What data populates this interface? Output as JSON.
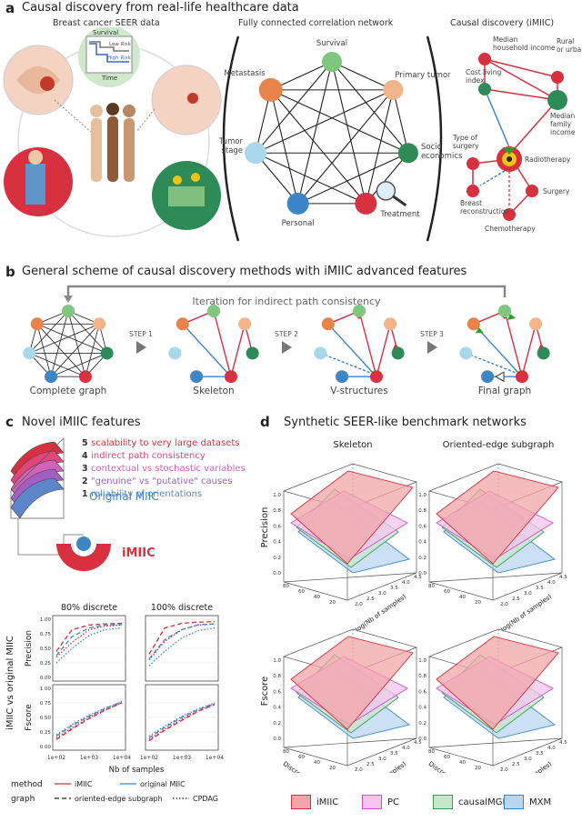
{
  "panel_a": {
    "letter": "a",
    "title": "Causal discovery from real-life healthcare data",
    "sub1": "Breast cancer SEER data",
    "sub2": "Fully connected correlation network",
    "sub3": "Causal discovery (iMIIC)",
    "km_low": "Low Risk",
    "km_high": "High Risk",
    "km_y": "Survival",
    "km_x": "Time",
    "net_nodes": [
      "Survival",
      "Primary tumor",
      "Socio economics",
      "Treatment",
      "Personal",
      "Tumor stage",
      "Metastasis"
    ],
    "causal_nodes": [
      "Median household income",
      "Rural or urban",
      "Cost living index",
      "Median family income",
      "Type of surgery",
      "Radiotherapy",
      "Breast reconstruction",
      "Surgery",
      "Chemotherapy"
    ]
  },
  "panel_b": {
    "letter": "b",
    "title": "General scheme of causal discovery methods with iMIIC advanced features",
    "iteration": "Iteration for indirect path consistency",
    "graphs": [
      "Complete graph",
      "Skeleton",
      "V-structures",
      "Final graph"
    ],
    "steps": [
      "STEP 1",
      "STEP 2",
      "STEP 3"
    ]
  },
  "panel_c": {
    "letter": "c",
    "title": "Novel iMIIC features",
    "features": [
      {
        "num": "5",
        "text": "scalability to very large datasets",
        "color": "#d7303f"
      },
      {
        "num": "4",
        "text": "indirect path consistency",
        "color": "#e0457b"
      },
      {
        "num": "3",
        "text": "contextual vs stochastic variables",
        "color": "#d062b8"
      },
      {
        "num": "2",
        "text": "\"genuine\" vs \"putative\" causes",
        "color": "#a15fc4"
      },
      {
        "num": "1",
        "text": "reliability of orientations",
        "color": "#5d85c9"
      }
    ],
    "original": "Original MIIC",
    "imiic": "iMIIC",
    "facet1": "80% discrete",
    "facet2": "100% discrete",
    "ylabel_outer": "iMIIC vs original MIIC",
    "row1": "Precision",
    "row2": "Fscore",
    "xlabel": "Nb of samples",
    "xticks": [
      "1e+02",
      "1e+03",
      "1e+04"
    ],
    "yticks": [
      "0.00",
      "0.25",
      "0.50",
      "0.75",
      "1.00"
    ],
    "legend_method": "method",
    "legend_graph": "graph",
    "m1": "iMIIC",
    "m2": "original MIIC",
    "g1": "oriented-edge subgraph",
    "g2": "CPDAG"
  },
  "panel_d": {
    "letter": "d",
    "title": "Synthetic SEER-like benchmark networks",
    "col1": "Skeleton",
    "col2": "Oriented-edge subgraph",
    "row1": "Precision",
    "row2": "Fscore",
    "zticks": [
      "0.0",
      "0.2",
      "0.4",
      "0.6",
      "0.8",
      "1.0"
    ],
    "disc_ticks": [
      "80",
      "60",
      "40",
      "20"
    ],
    "log_ticks": [
      "2.0",
      "2.5",
      "3.0",
      "3.5",
      "4.0",
      "4.5"
    ],
    "xaxis": "Discrete nodes (%)",
    "yaxis": "log(Nb of samples)",
    "legend": [
      {
        "name": "iMIIC",
        "fill": "#f2a5a8",
        "stroke": "#d7303f"
      },
      {
        "name": "PC",
        "fill": "#f4c4ee",
        "stroke": "#d04fc8"
      },
      {
        "name": "causalMGM",
        "fill": "#c7e7cd",
        "stroke": "#3f9a55"
      },
      {
        "name": "MXM",
        "fill": "#b9d6f0",
        "stroke": "#3c86c8"
      }
    ]
  },
  "chart_data": [
    {
      "type": "line",
      "facet": "80% discrete / Precision",
      "x": [
        100,
        300,
        1000,
        3000,
        10000
      ],
      "series": [
        {
          "name": "iMIIC oriented-edge subgraph",
          "values": [
            0.45,
            0.82,
            0.9,
            0.92,
            0.93
          ]
        },
        {
          "name": "iMIIC CPDAG",
          "values": [
            0.35,
            0.6,
            0.82,
            0.88,
            0.9
          ]
        },
        {
          "name": "original MIIC oriented-edge subgraph",
          "values": [
            0.38,
            0.7,
            0.85,
            0.9,
            0.91
          ]
        },
        {
          "name": "original MIIC CPDAG",
          "values": [
            0.25,
            0.5,
            0.72,
            0.82,
            0.85
          ]
        }
      ],
      "ylim": [
        0,
        1
      ]
    },
    {
      "type": "line",
      "facet": "100% discrete / Precision",
      "x": [
        100,
        300,
        1000,
        3000,
        10000
      ],
      "series": [
        {
          "name": "iMIIC oriented-edge subgraph",
          "values": [
            0.4,
            0.85,
            0.93,
            0.95,
            0.96
          ]
        },
        {
          "name": "iMIIC CPDAG",
          "values": [
            0.3,
            0.62,
            0.82,
            0.9,
            0.92
          ]
        },
        {
          "name": "original MIIC oriented-edge subgraph",
          "values": [
            0.32,
            0.65,
            0.82,
            0.9,
            0.92
          ]
        },
        {
          "name": "original MIIC CPDAG",
          "values": [
            0.2,
            0.45,
            0.68,
            0.8,
            0.85
          ]
        }
      ],
      "ylim": [
        0,
        1
      ]
    },
    {
      "type": "line",
      "facet": "80% discrete / Fscore",
      "x": [
        100,
        300,
        1000,
        3000,
        10000
      ],
      "series": [
        {
          "name": "iMIIC oriented-edge subgraph",
          "values": [
            0.12,
            0.3,
            0.48,
            0.62,
            0.75
          ]
        },
        {
          "name": "iMIIC CPDAG",
          "values": [
            0.15,
            0.32,
            0.5,
            0.63,
            0.75
          ]
        },
        {
          "name": "original MIIC oriented-edge subgraph",
          "values": [
            0.18,
            0.36,
            0.52,
            0.65,
            0.77
          ]
        },
        {
          "name": "original MIIC CPDAG",
          "values": [
            0.2,
            0.38,
            0.54,
            0.66,
            0.77
          ]
        }
      ],
      "ylim": [
        0,
        1
      ]
    },
    {
      "type": "line",
      "facet": "100% discrete / Fscore",
      "x": [
        100,
        300,
        1000,
        3000,
        10000
      ],
      "series": [
        {
          "name": "iMIIC oriented-edge subgraph",
          "values": [
            0.1,
            0.28,
            0.45,
            0.6,
            0.72
          ]
        },
        {
          "name": "iMIIC CPDAG",
          "values": [
            0.12,
            0.3,
            0.47,
            0.61,
            0.73
          ]
        },
        {
          "name": "original MIIC oriented-edge subgraph",
          "values": [
            0.15,
            0.33,
            0.5,
            0.63,
            0.74
          ]
        },
        {
          "name": "original MIIC CPDAG",
          "values": [
            0.18,
            0.35,
            0.52,
            0.64,
            0.75
          ]
        }
      ],
      "ylim": [
        0,
        1
      ]
    }
  ]
}
